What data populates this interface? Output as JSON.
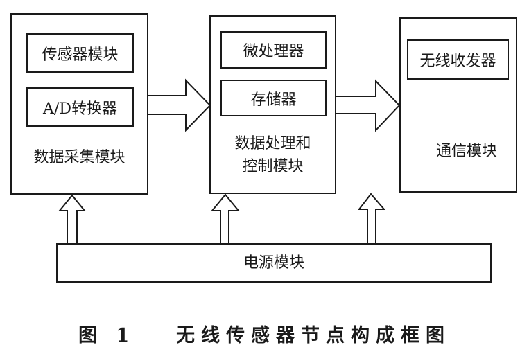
{
  "diagram": {
    "blocks": {
      "acquisition": {
        "title": "数据采集模块",
        "components": [
          "传感器模块",
          "A/D转换器"
        ]
      },
      "processing": {
        "title_line1": "数据处理和",
        "title_line2": "控制模块",
        "components": [
          "微处理器",
          "存储器"
        ]
      },
      "communication": {
        "title": "通信模块",
        "components": [
          "无线收发器"
        ]
      },
      "power": {
        "title": "电源模块"
      }
    },
    "connections": [
      {
        "from": "数据采集模块",
        "to": "数据处理和控制模块",
        "type": "block-arrow"
      },
      {
        "from": "数据处理和控制模块",
        "to": "通信模块",
        "type": "block-arrow"
      },
      {
        "from": "电源模块",
        "to": "数据采集模块",
        "type": "block-arrow"
      },
      {
        "from": "电源模块",
        "to": "数据处理和控制模块",
        "type": "block-arrow"
      },
      {
        "from": "电源模块",
        "to": "通信模块",
        "type": "block-arrow"
      }
    ],
    "caption": {
      "figure_number": "图 1",
      "text": "无线传感器节点构成框图"
    }
  }
}
